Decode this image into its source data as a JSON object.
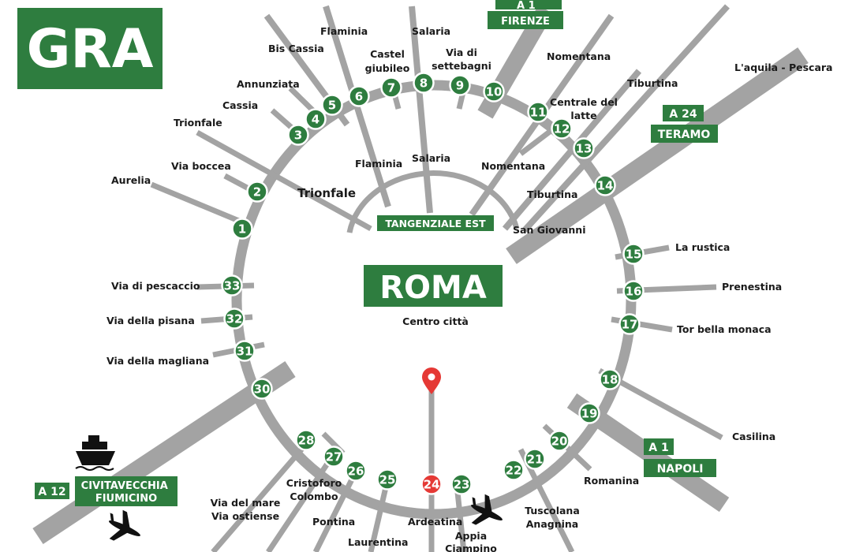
{
  "title": "GRA",
  "city": "ROMA",
  "city_sub": "Centro città",
  "tangenziale": "TANGENZIALE EST",
  "trionfale_center": "Trionfale",
  "colors": {
    "green": "#2e7d3f",
    "road": "#a3a3a3",
    "red": "#e53935",
    "text": "#1a1a1a"
  },
  "motorways": {
    "a1_north": {
      "code": "A 1",
      "city": "FIRENZE"
    },
    "a24": {
      "code": "A 24",
      "city": "TERAMO"
    },
    "a1_south": {
      "code": "A 1",
      "city": "NAPOLI"
    },
    "a12": {
      "code": "A 12",
      "city": "CIVITAVECCHIA FIUMICINO",
      "city_line1": "CIVITAVECCHIA",
      "city_line2": "FIUMICINO"
    }
  },
  "icons": {
    "ship": "ship-icon",
    "airplane_fiumicino": "airplane-icon",
    "airplane_ciampino": "airplane-icon",
    "pin": "location-pin-icon"
  },
  "exits": [
    {
      "num": "1",
      "label": "Aurelia"
    },
    {
      "num": "2",
      "label": "Via boccea"
    },
    {
      "num": "3",
      "label": "Trionfale"
    },
    {
      "num": "4",
      "label": "Cassia"
    },
    {
      "num": "5",
      "label": "Annunziata"
    },
    {
      "num": "6",
      "label": "Bis Cassia"
    },
    {
      "num": "7",
      "label": "Flaminia"
    },
    {
      "num": "8",
      "label": "Castel giubileo"
    },
    {
      "num": "9",
      "label": "Salaria"
    },
    {
      "num": "10",
      "label": "Via di settebagni"
    },
    {
      "num": "11",
      "label": "Nomentana"
    },
    {
      "num": "12",
      "label": "Centrale del latte"
    },
    {
      "num": "13",
      "label": "Tiburtina"
    },
    {
      "num": "14",
      "label": "L'aquila - Pescara"
    },
    {
      "num": "15",
      "label": "La rustica"
    },
    {
      "num": "16",
      "label": "Prenestina"
    },
    {
      "num": "17",
      "label": "Tor bella monaca"
    },
    {
      "num": "18",
      "label": "Casilina"
    },
    {
      "num": "19",
      "label": ""
    },
    {
      "num": "20",
      "label": "Romanina"
    },
    {
      "num": "21",
      "label": "Tuscolana Anagnina"
    },
    {
      "num": "22",
      "label": ""
    },
    {
      "num": "23",
      "label": "Appia Ciampino"
    },
    {
      "num": "24",
      "label": "Ardeatina"
    },
    {
      "num": "25",
      "label": "Laurentina"
    },
    {
      "num": "26",
      "label": "Pontina"
    },
    {
      "num": "27",
      "label": "Cristoforo Colombo"
    },
    {
      "num": "28",
      "label": "Via del mare Via ostiense"
    },
    {
      "num": "30",
      "label": ""
    },
    {
      "num": "31",
      "label": "Via della magliana"
    },
    {
      "num": "32",
      "label": "Via della pisana"
    },
    {
      "num": "33",
      "label": "Via di pescaccio"
    }
  ],
  "inner_labels": {
    "flaminia": "Flaminia",
    "salaria": "Salaria",
    "nomentana": "Nomentana",
    "tiburtina": "Tiburtina",
    "san_giovanni": "San Giovanni"
  }
}
